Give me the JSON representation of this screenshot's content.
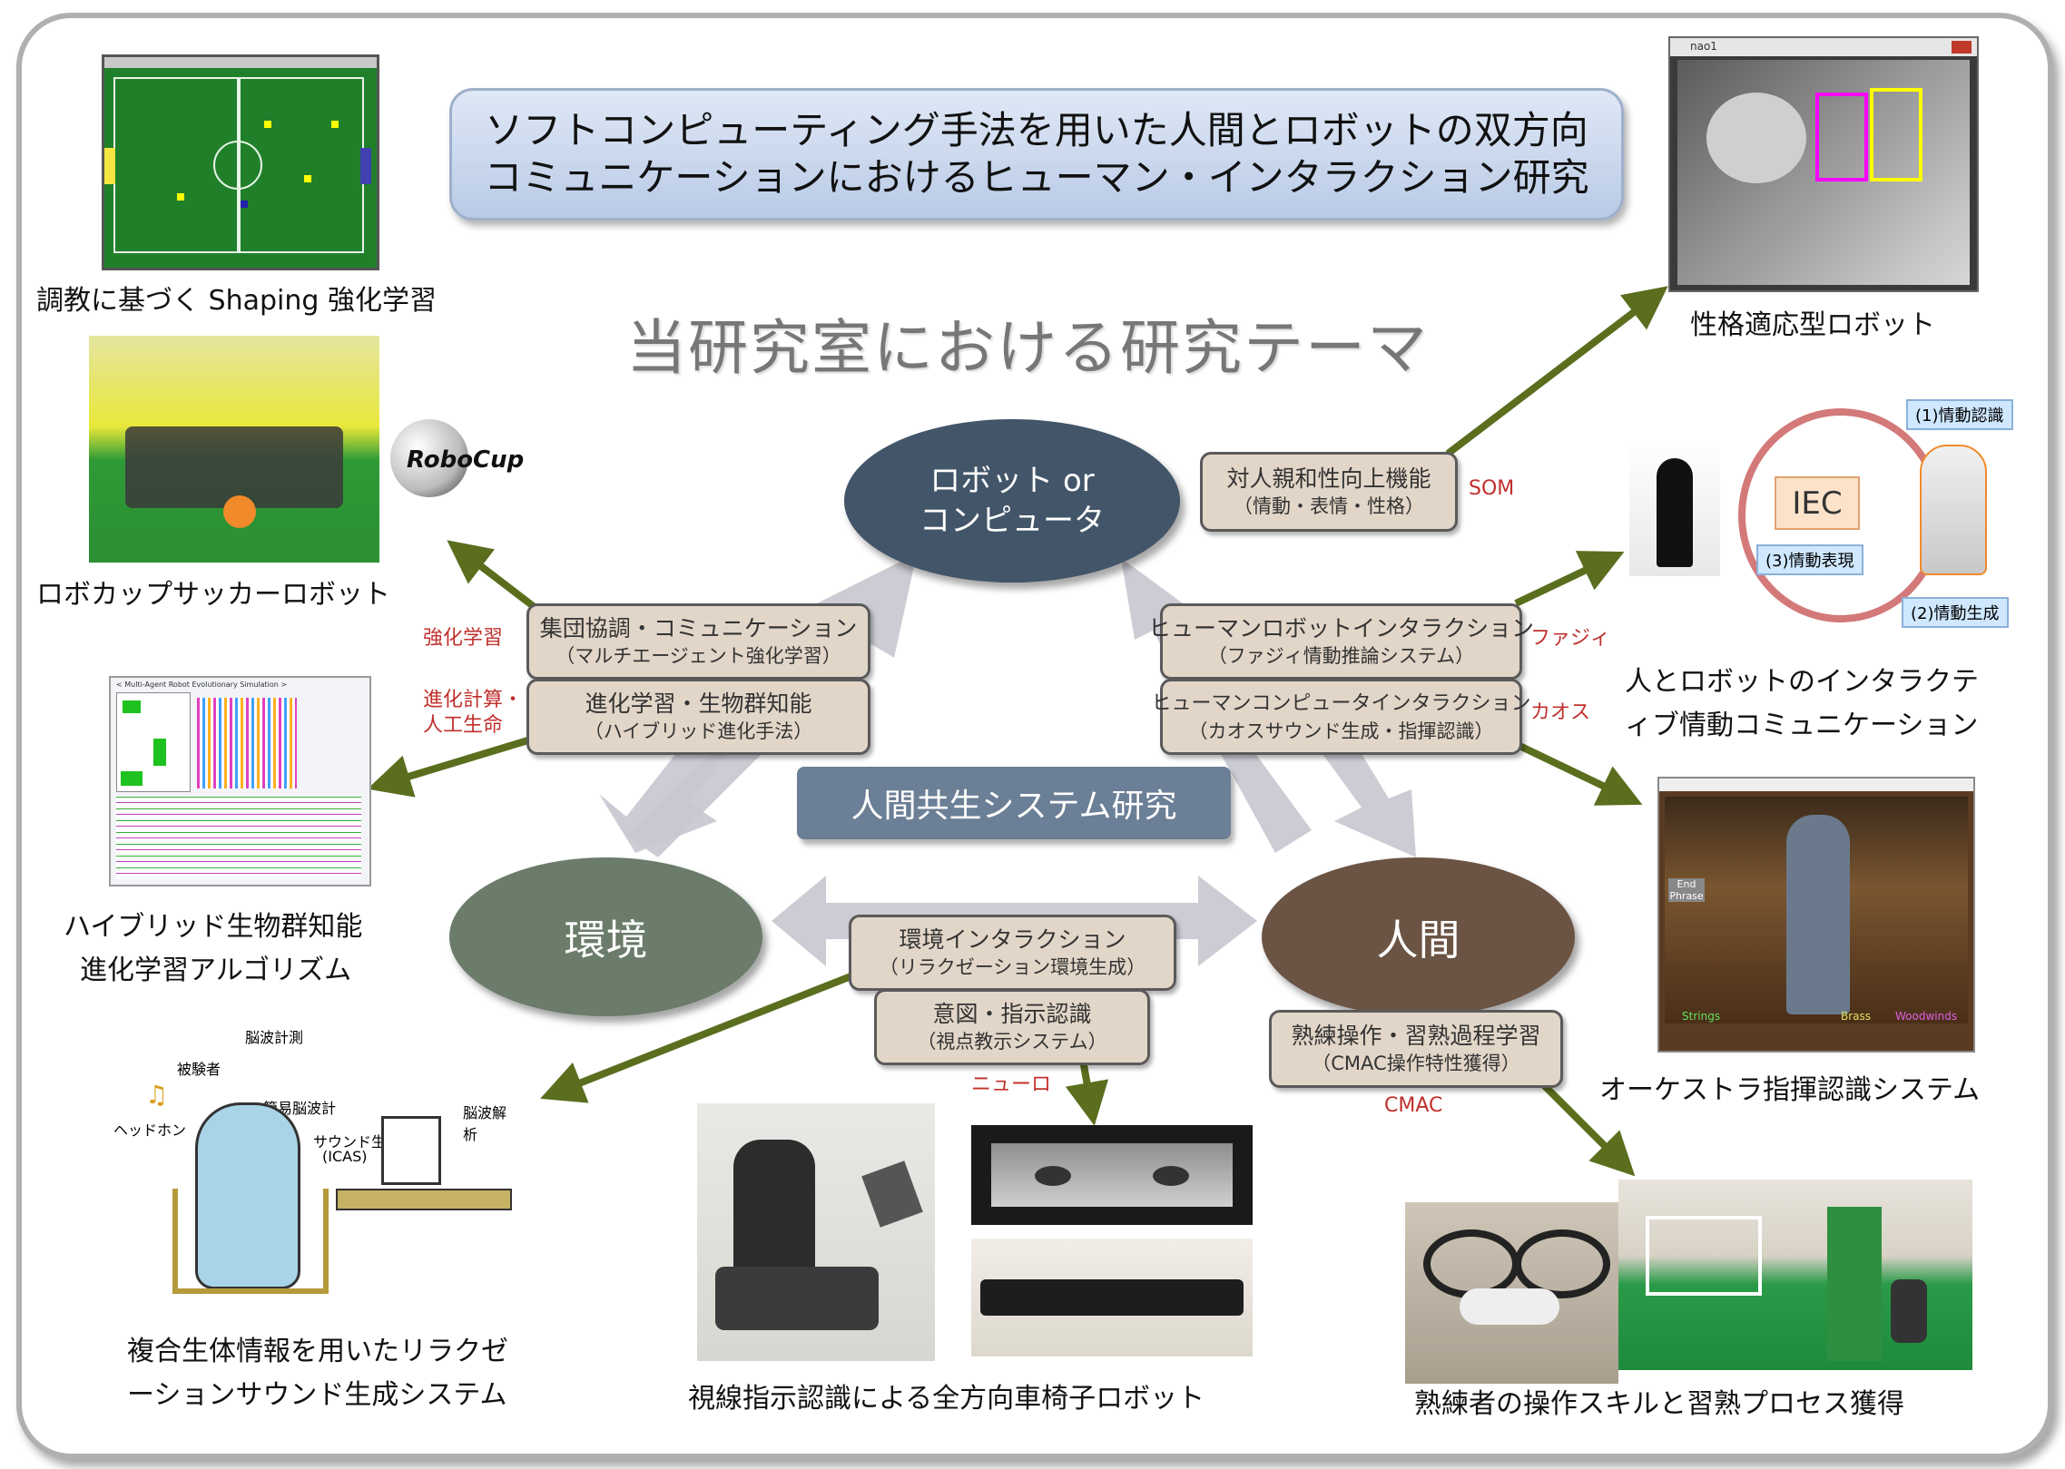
{
  "title": {
    "line1": "ソフトコンピューティング手法を用いた人間とロボットの双方向",
    "line2": "コミュニケーションにおけるヒューマン・インタラクション研究"
  },
  "heading": "当研究室における研究テーマ",
  "nodes": {
    "robot_line1": "ロボット or",
    "robot_line2": "コンピュータ",
    "environment": "環境",
    "human": "人間",
    "center": "人間共生システム研究"
  },
  "boxes": {
    "affinity": {
      "line1": "対人親和性向上機能",
      "line2": "（情動・表情・性格）"
    },
    "cooperation": {
      "line1": "集団協調・コミュニケーション",
      "line2": "（マルチエージェント強化学習）"
    },
    "evolution": {
      "line1": "進化学習・生物群知能",
      "line2": "（ハイブリッド進化手法）"
    },
    "hri": {
      "line1": "ヒューマンロボットインタラクション",
      "line2": "（ファジィ情動推論システム）"
    },
    "hci": {
      "line1": "ヒューマンコンピュータインタラクション",
      "line2": "（カオスサウンド生成・指揮認識）"
    },
    "env_interaction": {
      "line1": "環境インタラクション",
      "line2": "（リラクゼーション環境生成）"
    },
    "intention": {
      "line1": "意図・指示認識",
      "line2": "（視点教示システム）"
    },
    "skill": {
      "line1": "熟練操作・習熟過程学習",
      "line2": "（CMAC操作特性獲得）"
    }
  },
  "methods": {
    "som": "SOM",
    "rl": "強化学習",
    "ec_line1": "進化計算・",
    "ec_line2": "人工生命",
    "fuzzy": "ファジィ",
    "chaos": "カオス",
    "neuro": "ニューロ",
    "cmac": "CMAC"
  },
  "captions": {
    "shaping": "調教に基づく Shaping 強化学習",
    "robocup": "ロボカップサッカーロボット",
    "hybrid_line1": "ハイブリッド生物群知能",
    "hybrid_line2": "進化学習アルゴリズム",
    "relax_line1": "複合生体情報を用いたリラクゼ",
    "relax_line2": "ーションサウンド生成システム",
    "wheelchair": "視線指示認識による全方向車椅子ロボット",
    "skill": "熟練者の操作スキルと習熟プロセス獲得",
    "personality": "性格適応型ロボット",
    "emotion_line1": "人とロボットのインタラクテ",
    "emotion_line2": "ィブ情動コミュニケーション",
    "orchestra": "オーケストラ指揮認識システム"
  },
  "image_labels": {
    "robocup_logo": "RoboCup",
    "iec": "IEC",
    "emotion_recognition": "(1)情動認識",
    "emotion_expression": "(3)情動表現",
    "emotion_generation": "(2)情動生成",
    "brain_measure": "脳波計測",
    "subject": "被験者",
    "simple_eeg": "簡易脳波計",
    "headphone": "ヘッドホン",
    "sound_gen": "サウンド生成",
    "icas": "(ICAS)",
    "brain_analysis": "脳波解析",
    "window_nao": "nao1",
    "sim_title": "< Multi-Agent Robot Evolutionary Simulation >",
    "orch_end": "End Phrase",
    "orch_strings": "Strings",
    "orch_brass": "Brass",
    "orch_woodwinds": "Woodwinds"
  },
  "colors": {
    "robot_node": "#425569",
    "environment_node": "#6b7c6a",
    "human_node": "#6b5444",
    "center_box": "#6b7f96",
    "theme_box": "#e2d6c8",
    "method_text": "#c0302c",
    "arrow": "#5a6e1e"
  }
}
